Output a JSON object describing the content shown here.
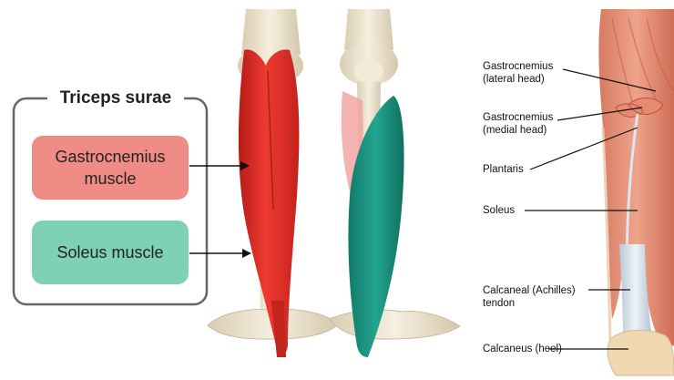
{
  "legend": {
    "title": "Triceps surae",
    "items": [
      {
        "label_line1": "Gastrocnemius",
        "label_line2": "muscle",
        "color": "#f08c86"
      },
      {
        "label_line1": "Soleus muscle",
        "label_line2": "",
        "color": "#7fd1b4"
      }
    ]
  },
  "colors": {
    "gastrocnemius": "#e8322a",
    "soleus": "#1f9a87",
    "bone": "#efe6d2",
    "frame": "#666666"
  },
  "anatomy_labels": [
    {
      "line1": "Gastrocnemius",
      "line2": "(lateral head)"
    },
    {
      "line1": "Gastrocnemius",
      "line2": "(medial head)"
    },
    {
      "line1": "Plantaris",
      "line2": ""
    },
    {
      "line1": "Soleus",
      "line2": ""
    },
    {
      "line1": "Calcaneal (Achilles)",
      "line2": "tendon"
    },
    {
      "line1": "Calcaneus (heel)",
      "line2": ""
    }
  ]
}
